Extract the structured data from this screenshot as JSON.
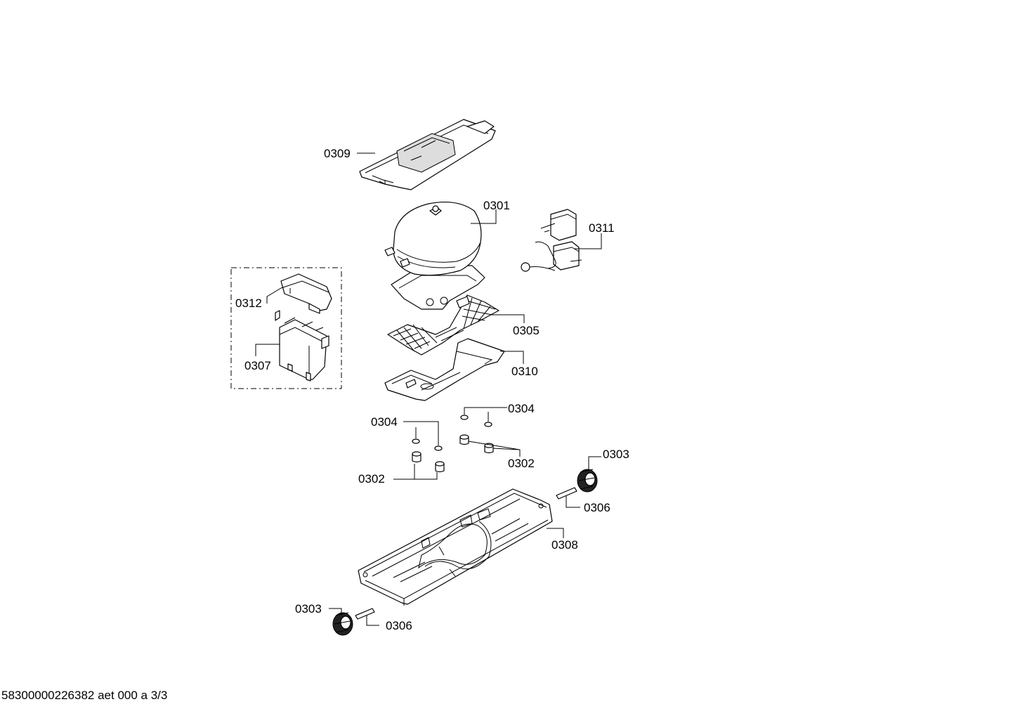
{
  "callouts": {
    "c0309": "0309",
    "c0301": "0301",
    "c0311": "0311",
    "c0312": "0312",
    "c0305": "0305",
    "c0307": "0307",
    "c0310": "0310",
    "c0304a": "0304",
    "c0304b": "0304",
    "c0302a": "0302",
    "c0302b": "0302",
    "c0303a": "0303",
    "c0306a": "0306",
    "c0308": "0308",
    "c0303b": "0303",
    "c0306b": "0306"
  },
  "footer": {
    "doc_code": "58300000226382 aet 000 a 3/3"
  }
}
